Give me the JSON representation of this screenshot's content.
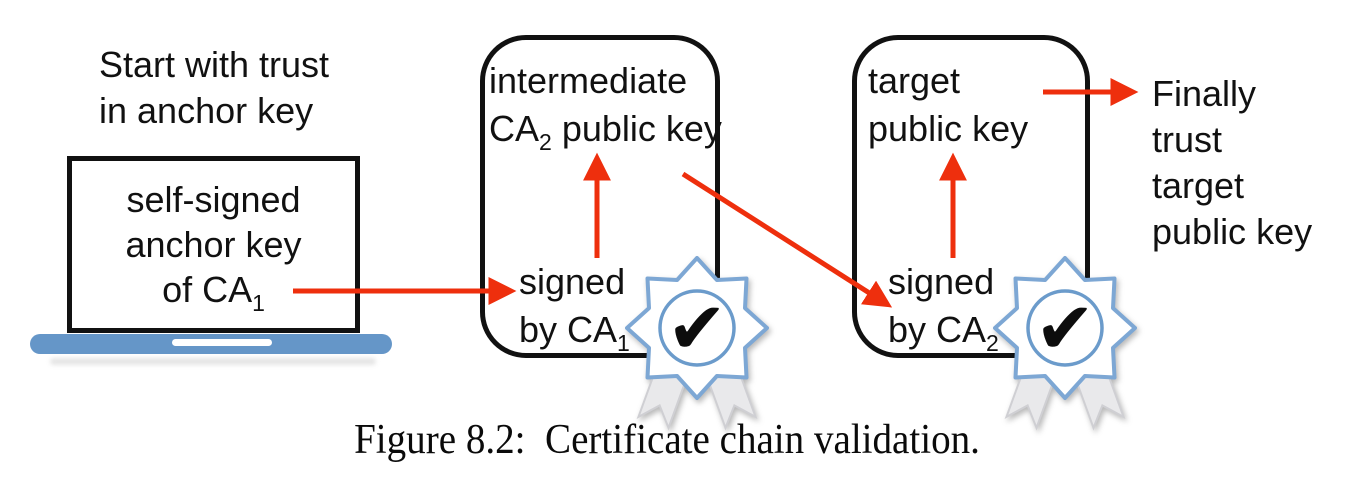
{
  "labels": {
    "start": "Start with trust\nin anchor key",
    "finally": "Finally\ntrust\ntarget\npublic key",
    "caption": "Figure 8.2:  Certificate chain validation."
  },
  "laptop": {
    "line1": "self-signed",
    "line2": "anchor key",
    "line3_base": "of CA",
    "line3_sub": "1"
  },
  "cert_intermediate": {
    "title_line1": "intermediate",
    "title_ca_base": "CA",
    "title_ca_sub": "2",
    "title_rest": " public key",
    "signed_word": "signed",
    "signed_by_base": "by CA",
    "signed_by_sub": "1"
  },
  "cert_target": {
    "title_line1": "target",
    "title_line2": "public key",
    "signed_word": "signed",
    "signed_by_base": "by CA",
    "signed_by_sub": "2"
  },
  "icons": {
    "check_glyph": "✔",
    "badge_meaning": "verified-seal-badge",
    "laptop_meaning": "laptop-computer"
  },
  "colors": {
    "arrow_red": "#ee2f0d",
    "laptop_base_blue": "#6596c8",
    "badge_star_blue": "#7da7d4",
    "badge_circle_blue": "#6b9bcb",
    "ribbon_gray": "#e9e9eb",
    "text_black": "#111111"
  }
}
